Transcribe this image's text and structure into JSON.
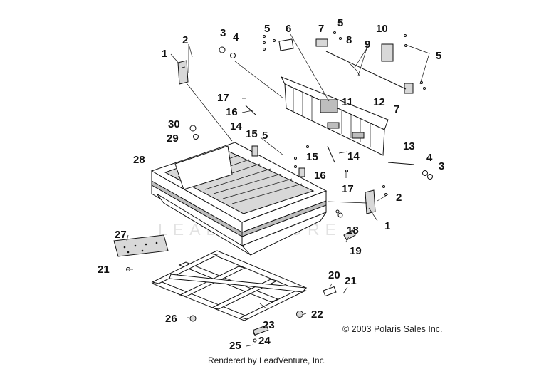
{
  "diagram": {
    "callouts": [
      {
        "id": "c1a",
        "text": "1"
      },
      {
        "id": "c2a",
        "text": "2"
      },
      {
        "id": "c3a",
        "text": "3"
      },
      {
        "id": "c4a",
        "text": "4"
      },
      {
        "id": "c5a",
        "text": "5"
      },
      {
        "id": "c6",
        "text": "6"
      },
      {
        "id": "c7a",
        "text": "7"
      },
      {
        "id": "c5b",
        "text": "5"
      },
      {
        "id": "c8",
        "text": "8"
      },
      {
        "id": "c9",
        "text": "9"
      },
      {
        "id": "c10",
        "text": "10"
      },
      {
        "id": "c5c",
        "text": "5"
      },
      {
        "id": "c11",
        "text": "11"
      },
      {
        "id": "c12",
        "text": "12"
      },
      {
        "id": "c7b",
        "text": "7"
      },
      {
        "id": "c17a",
        "text": "17"
      },
      {
        "id": "c16a",
        "text": "16"
      },
      {
        "id": "c14a",
        "text": "14"
      },
      {
        "id": "c30",
        "text": "30"
      },
      {
        "id": "c29",
        "text": "29"
      },
      {
        "id": "c15a",
        "text": "15"
      },
      {
        "id": "c5d",
        "text": "5"
      },
      {
        "id": "c28",
        "text": "28"
      },
      {
        "id": "c15b",
        "text": "15"
      },
      {
        "id": "c14b",
        "text": "14"
      },
      {
        "id": "c13",
        "text": "13"
      },
      {
        "id": "c4b",
        "text": "4"
      },
      {
        "id": "c3b",
        "text": "3"
      },
      {
        "id": "c16b",
        "text": "16"
      },
      {
        "id": "c17b",
        "text": "17"
      },
      {
        "id": "c2b",
        "text": "2"
      },
      {
        "id": "c1b",
        "text": "1"
      },
      {
        "id": "c18",
        "text": "18"
      },
      {
        "id": "c19",
        "text": "19"
      },
      {
        "id": "c27",
        "text": "27"
      },
      {
        "id": "c21a",
        "text": "21"
      },
      {
        "id": "c20",
        "text": "20"
      },
      {
        "id": "c21b",
        "text": "21"
      },
      {
        "id": "c22",
        "text": "22"
      },
      {
        "id": "c23",
        "text": "23"
      },
      {
        "id": "c26",
        "text": "26"
      },
      {
        "id": "c24",
        "text": "24"
      },
      {
        "id": "c25",
        "text": "25"
      }
    ]
  },
  "copyright": "© 2003 Polaris Sales Inc.",
  "footer": "Rendered by LeadVenture, Inc.",
  "watermark": "LEADVENTURE"
}
